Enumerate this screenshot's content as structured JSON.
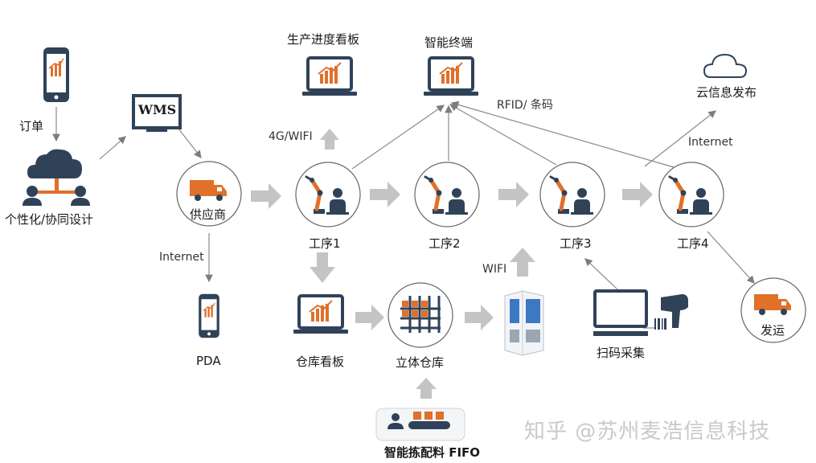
{
  "nodes": {
    "order": "订单",
    "design": "个性化/协同设计",
    "wms": "WMS",
    "supplier": "供应商",
    "pda": "PDA",
    "production_board": "生产进度看板",
    "smart_terminal": "智能终端",
    "cloud_publish": "云信息发布",
    "process_1": "工序1",
    "process_2": "工序2",
    "process_3": "工序3",
    "process_4": "工序4",
    "shipping": "发运",
    "warehouse_board": "仓库看板",
    "stereo_warehouse": "立体仓库",
    "scan_collect": "扫码采集",
    "smart_picking": "智能拣配料 FIFO"
  },
  "links": {
    "net_4g": "4G/WIFI",
    "rfid": "RFID/ 条码",
    "internet_cloud": "Internet",
    "internet_pda": "Internet",
    "wifi": "WIFI"
  },
  "watermark": "知乎 @苏州麦浩信息科技",
  "colors": {
    "accent_orange": "#e0702a",
    "navy": "#2f4258",
    "arrow_gray": "#c4c4c4",
    "line_gray": "#8a8a8a"
  }
}
